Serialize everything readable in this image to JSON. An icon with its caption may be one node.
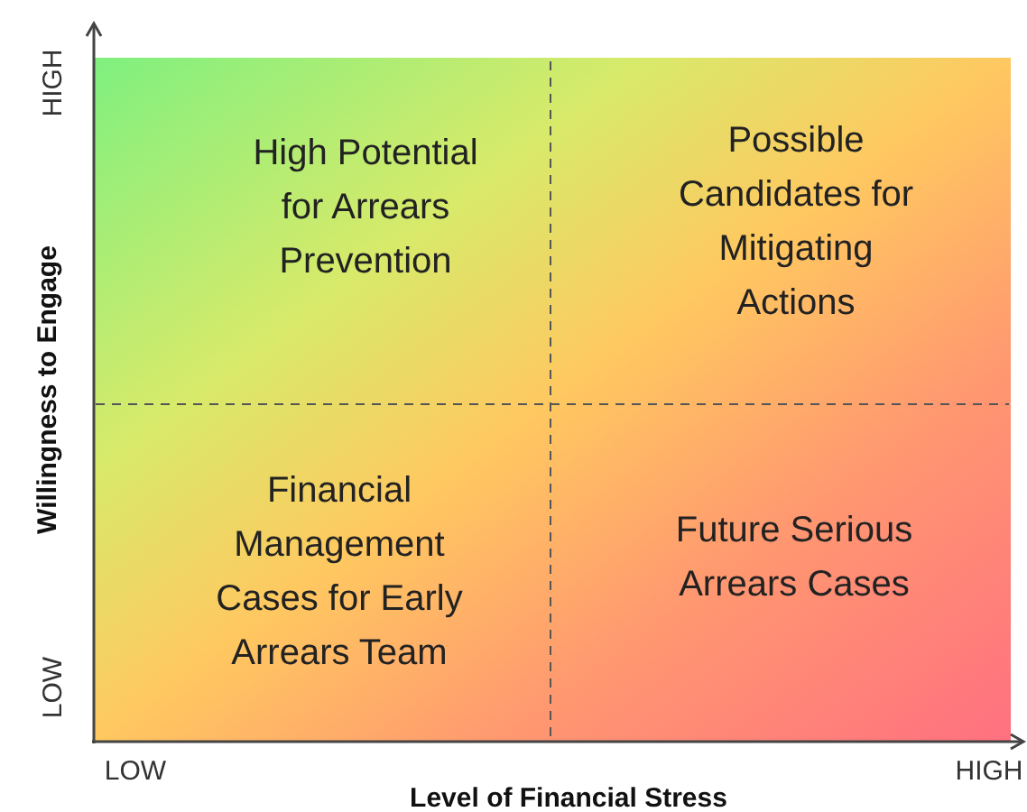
{
  "diagram": {
    "labels": [
      "HIGH",
      "High Potential for Arrears Prevention",
      "Possible Candidates for Mitigating Actions",
      "Willingness to Engage",
      "Financial Management Cases for Early Arrears Team",
      "Future Serious Arrears Cases",
      "LOW",
      "LOW",
      "HIGH",
      "Level of Financial Stress"
    ]
  }
}
